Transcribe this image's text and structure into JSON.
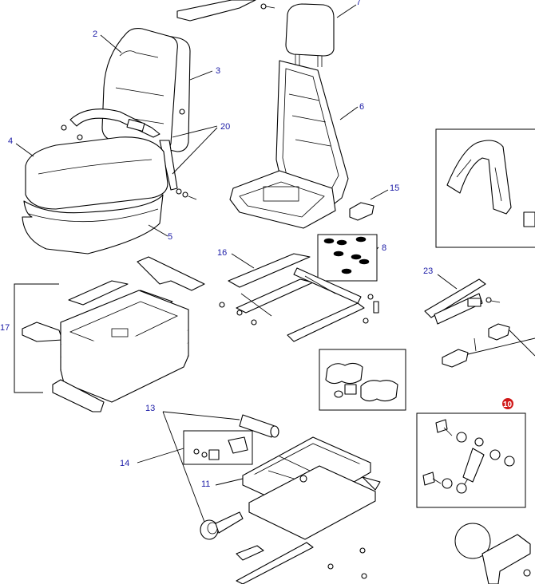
{
  "labels": {
    "l2": "2",
    "l3": "3",
    "l4": "4",
    "l5": "5",
    "l6": "6",
    "l7": "7",
    "l8": "8",
    "l10": "10",
    "l11": "11",
    "l13": "13",
    "l14": "14",
    "l15": "15",
    "l16": "16",
    "l17": "17",
    "l20": "20",
    "l23": "23"
  },
  "colors": {
    "label": "#1a1aa6",
    "highlight_badge": "#d01818",
    "line": "#000000"
  }
}
